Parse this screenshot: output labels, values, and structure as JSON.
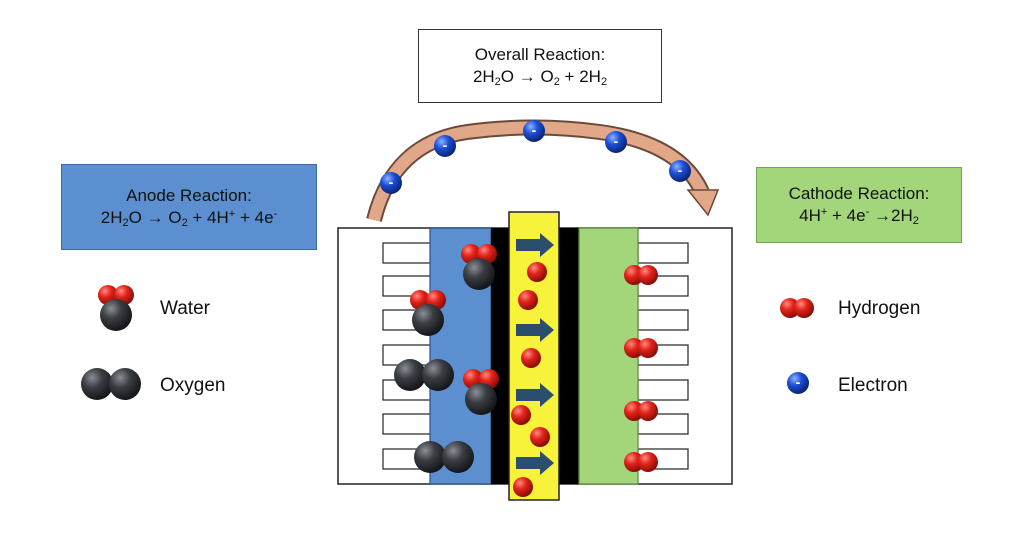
{
  "overall": {
    "title": "Overall Reaction:",
    "equation": [
      {
        "t": "2H"
      },
      {
        "sub": "2"
      },
      {
        "t": "O → O"
      },
      {
        "sub": "2"
      },
      {
        "t": " + 2H"
      },
      {
        "sub": "2"
      }
    ]
  },
  "anode": {
    "title": "Anode Reaction:",
    "equation": [
      {
        "t": "2H"
      },
      {
        "sub": "2"
      },
      {
        "t": "O → O"
      },
      {
        "sub": "2"
      },
      {
        "t": " + 4H"
      },
      {
        "sup": "+"
      },
      {
        "t": " + 4e"
      },
      {
        "sup": "-"
      }
    ]
  },
  "cathode": {
    "title": "Cathode Reaction:",
    "equation": [
      {
        "t": "4H"
      },
      {
        "sup": "+"
      },
      {
        "t": " + 4e"
      },
      {
        "sup": "-"
      },
      {
        "t": " →2H"
      },
      {
        "sub": "2"
      }
    ]
  },
  "electron_symbol": "-",
  "legend": {
    "water": "Water",
    "oxygen": "Oxygen",
    "hydrogen": "Hydrogen",
    "electron": "Electron"
  },
  "colors": {
    "anode": "#5b8fd0",
    "cathode": "#a3d67b",
    "membrane": "#f7f23a",
    "oxygen_atom": "#2f3236",
    "hydrogen_atom": "#e2231a",
    "electron": "#1d4fd6",
    "arrow": "#e0a788",
    "flow_arrow": "#2b4d6e"
  },
  "icons": [
    "electron-flow-arrow",
    "proton-flow-arrow",
    "water-molecule",
    "oxygen-molecule",
    "hydrogen-molecule",
    "electron"
  ]
}
